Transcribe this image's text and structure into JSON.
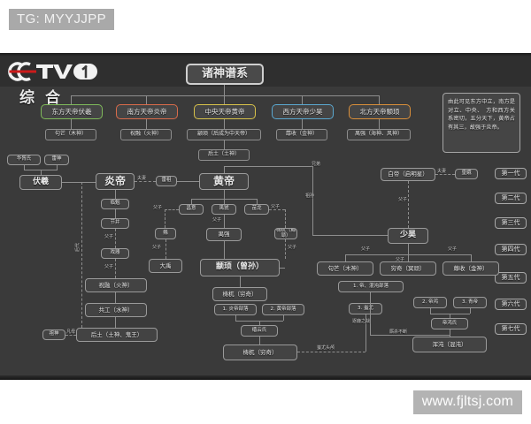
{
  "overlay": {
    "tg_tag": "TG: MYYJJPP",
    "watermark": "www.fjltsj.com"
  },
  "channel": {
    "logo_text": "CCTV",
    "logo_number": "1",
    "logo_sub": "综合"
  },
  "diagram": {
    "title": "诸神谱系",
    "note": "由此可见东方中立，南方是对立、中央、　方和西方关系密切，五分天下，黄帝占有其三，故强于炎帝。",
    "directions": [
      {
        "label": "东方天帝伏羲",
        "deity": "句芒（木神）",
        "color": "#7fba5a"
      },
      {
        "label": "南方天帝炎帝",
        "deity": "祝融（火神）",
        "color": "#d96b4a"
      },
      {
        "label": "中央天帝黄帝",
        "deity": "颛顼（后成为中天帝）",
        "color": "#d8c24a"
      },
      {
        "label": "西方天帝少昊",
        "deity": "蓐收（金神）",
        "color": "#5aa8d0"
      },
      {
        "label": "北方天帝颛顼",
        "deity": "禺强（海神、风神）",
        "color": "#d98f3a"
      }
    ],
    "center_extra": "后土（土神）",
    "generations": [
      "第一代",
      "第二代",
      "第三代",
      "第四代",
      "第五代",
      "第六代",
      "第七代"
    ],
    "nodes": {
      "huaxushi": "华胥氏",
      "leishen": "雷神",
      "fuxi": "伏羲",
      "yandi": "炎帝",
      "linkui": "临魁",
      "jiebing": "节并",
      "xiqi": "戏器",
      "zhurong": "祝融（火神）",
      "gonggong": "共工（水神）",
      "houtu": "后土（土神、鬼王）",
      "zushen": "祖神",
      "huangdi": "黄帝",
      "changyi": "昌意",
      "yuhao": "禺猇",
      "miaolong": "苗龙",
      "yuqiang": "禺强",
      "gun": "鲧",
      "dayu": "大禹",
      "zhuanxu": "颛顼（曾孙）",
      "taowu": "梼杌（鲧顽）",
      "shaohao": "少昊",
      "baidi": "白帝（启明星）",
      "huange": "皇娥",
      "gouman": "句芒（木神）",
      "qiongqi": "穷奇（冥顽）",
      "rushou": "蓐收（金神）",
      "leizu": "雷祖",
      "chi1": "1. 炎帝部落",
      "chi2": "2. 黄帝部落",
      "chiyou_mom": "缙云氏",
      "chiyou3": "3. 蚩尤",
      "taowu_bottom": "梼杌（穷奇）",
      "hun1": "1. 帝、混沌部落",
      "hun2": "2. 帝鸿",
      "hun3": "3. 青帝",
      "hun_mom": "帝鸿氏",
      "hundun": "浑沌（混沌）"
    },
    "captions": {
      "c_fuxi_yandi": "后代",
      "c_fuqin1": "父子",
      "c_fuqin2": "父子",
      "c_fuqin3": "父子",
      "c_fuqin4": "父子",
      "c_fuqin5": "父子",
      "c_fuqin6": "父子",
      "c_fuqin7": "父子",
      "c_fuqin8": "父子",
      "c_fuqin9": "父子",
      "c_fuqi1": "夫妻",
      "c_fuqi2": "夫妻",
      "c_xiongdi": "兄弟",
      "c_zusun": "祖孙",
      "c_houdai": "后代",
      "c_fanmu": "凡母",
      "c_zhuyu": "逐鹿之战",
      "c_zhuyu2": "蚩尤头颅",
      "c_xiangwu": "厮杀不断"
    }
  }
}
